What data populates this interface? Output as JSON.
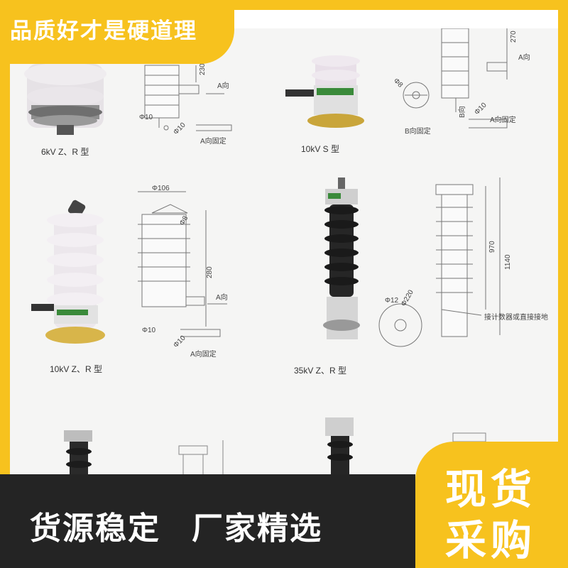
{
  "banner": {
    "title": "品质好才是硬道理"
  },
  "products": [
    {
      "caption": "6kV Z、R 型"
    },
    {
      "caption": "10kV S 型"
    },
    {
      "caption": "10kV Z、R 型"
    },
    {
      "caption": "35kV Z、R 型"
    }
  ],
  "drawings": {
    "d1": {
      "height": "230",
      "a_dir": "A向",
      "phi_bolt": "Φ10",
      "phi_bolt2": "Φ10",
      "a_fixed": "A向固定"
    },
    "d2": {
      "height": "270",
      "a_dir": "A向",
      "phi_8": "Φ8",
      "b_dir": "B向",
      "phi_bolt": "Φ10",
      "b_fixed": "B向固定",
      "a_fixed": "A向固定"
    },
    "d3": {
      "phi_top": "Φ106",
      "phi_8": "Φ8",
      "height": "280",
      "a_dir": "A向",
      "phi_bolt": "Φ10",
      "phi_bolt2": "Φ10",
      "a_fixed": "A向固定"
    },
    "d4": {
      "h1": "970",
      "h2": "1140",
      "phi_12": "Φ12",
      "phi_220": "Φ220",
      "note": "接计数器或直接接地"
    }
  },
  "bottom": {
    "left1": "货源稳定",
    "left2": "厂家精选"
  },
  "badge": {
    "line1": "现货",
    "line2": "采购"
  },
  "colors": {
    "accent": "#f7c21e",
    "dark": "#242424"
  }
}
